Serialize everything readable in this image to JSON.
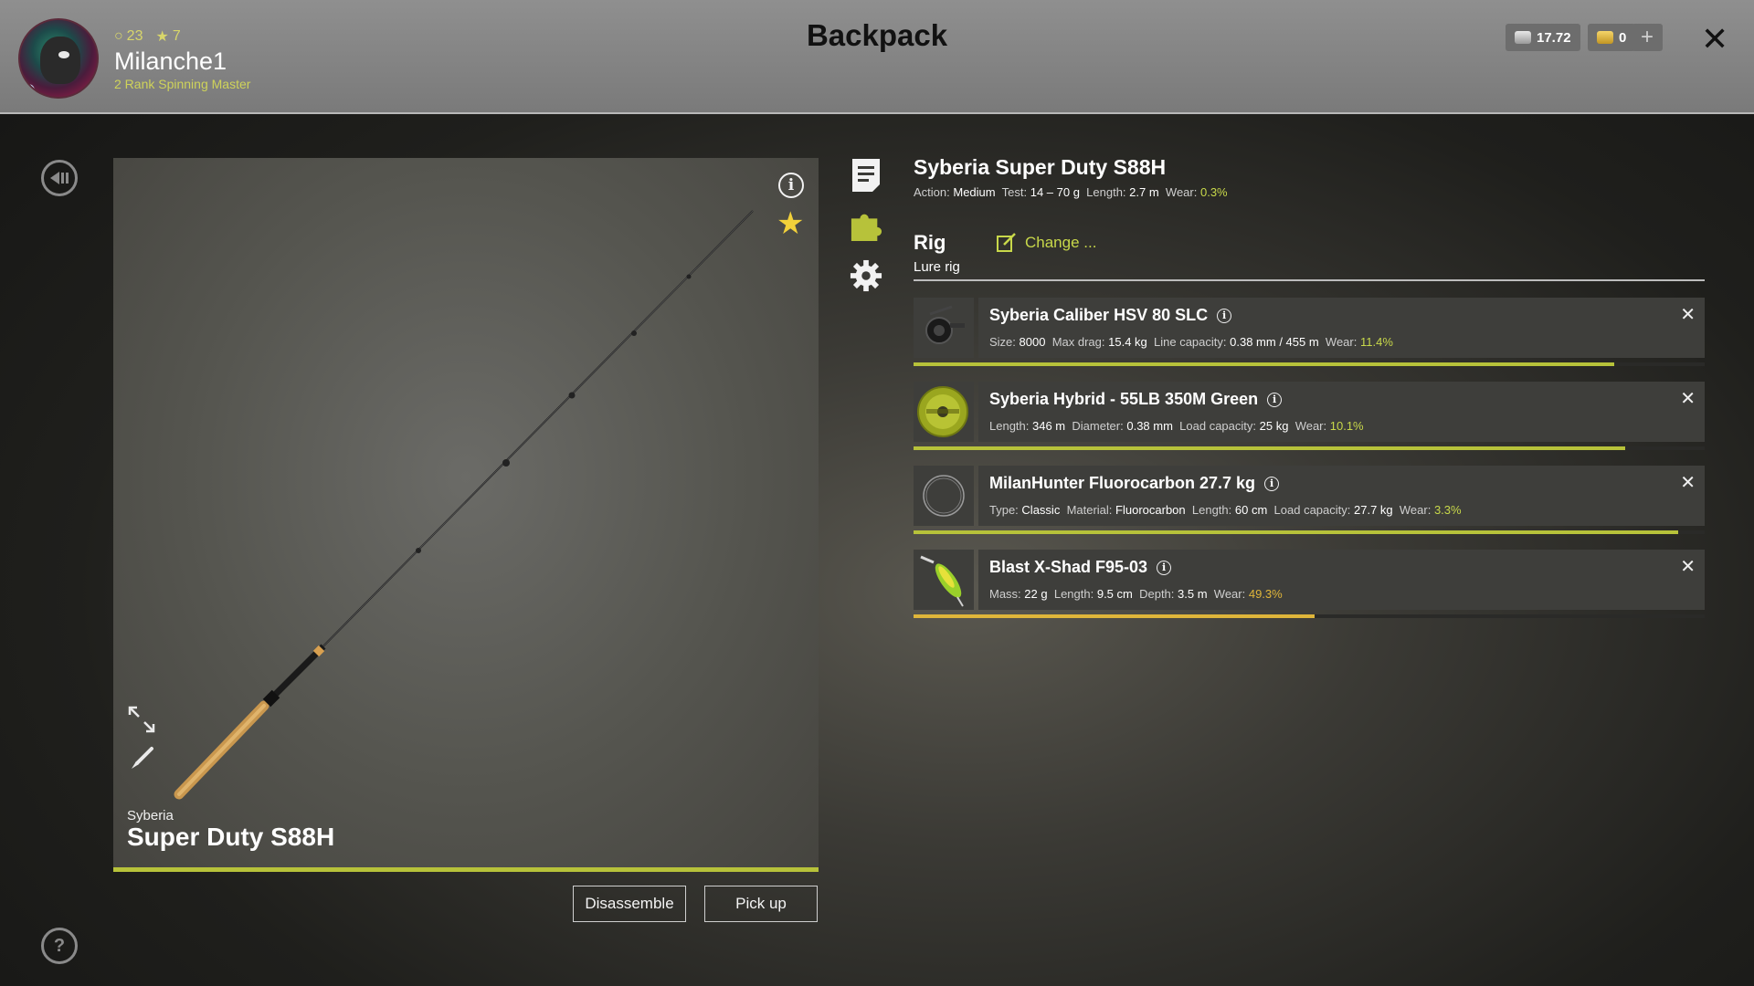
{
  "header": {
    "title": "Backpack",
    "player": {
      "level": "23",
      "stars": "7",
      "username": "Milanche1",
      "rank": "2 Rank Spinning Master"
    },
    "currency": {
      "silver": "17.72",
      "gold": "0",
      "add_label": "+"
    },
    "close_label": "✕"
  },
  "preview": {
    "brand": "Syberia",
    "model": "Super Duty S88H",
    "info_label": "i",
    "favorite": true
  },
  "actions": {
    "disassemble": "Disassemble",
    "pickup": "Pick up"
  },
  "rod": {
    "title": "Syberia Super Duty S88H",
    "specs": {
      "action_label": "Action:",
      "action": "Medium",
      "test_label": "Test:",
      "test": "14 – 70 g",
      "length_label": "Length:",
      "length": "2.7 m",
      "wear_label": "Wear:",
      "wear": "0.3%"
    }
  },
  "rig": {
    "label": "Rig",
    "type": "Lure rig",
    "change_label": "Change ..."
  },
  "components": [
    {
      "name": "Syberia Caliber HSV 80 SLC",
      "icon": "reel-icon",
      "specs": [
        {
          "label": "Size:",
          "value": "8000"
        },
        {
          "label": "Max drag:",
          "value": "15.4 kg"
        },
        {
          "label": "Line capacity:",
          "value": "0.38 mm / 455 m"
        }
      ],
      "wear_label": "Wear:",
      "wear": "11.4%",
      "condition": 0.886
    },
    {
      "name": "Syberia Hybrid - 55LB 350M Green",
      "icon": "line-spool-icon",
      "specs": [
        {
          "label": "Length:",
          "value": "346 m"
        },
        {
          "label": "Diameter:",
          "value": "0.38 mm"
        },
        {
          "label": "Load capacity:",
          "value": "25 kg"
        }
      ],
      "wear_label": "Wear:",
      "wear": "10.1%",
      "condition": 0.899
    },
    {
      "name": "MilanHunter Fluorocarbon 27.7 kg",
      "icon": "leader-icon",
      "specs": [
        {
          "label": "Type:",
          "value": "Classic"
        },
        {
          "label": "Material:",
          "value": "Fluorocarbon"
        },
        {
          "label": "Length:",
          "value": "60 cm"
        },
        {
          "label": "Load capacity:",
          "value": "27.7 kg"
        }
      ],
      "wear_label": "Wear:",
      "wear": "3.3%",
      "condition": 0.967
    },
    {
      "name": "Blast X-Shad F95-03",
      "icon": "lure-icon",
      "specs": [
        {
          "label": "Mass:",
          "value": "22 g"
        },
        {
          "label": "Length:",
          "value": "9.5 cm"
        },
        {
          "label": "Depth:",
          "value": "3.5 m"
        }
      ],
      "wear_label": "Wear:",
      "wear": "49.3%",
      "condition": 0.507
    }
  ],
  "colors": {
    "accent": "#b7c23a",
    "warn": "#e0b63a",
    "star": "#f2d13a"
  }
}
